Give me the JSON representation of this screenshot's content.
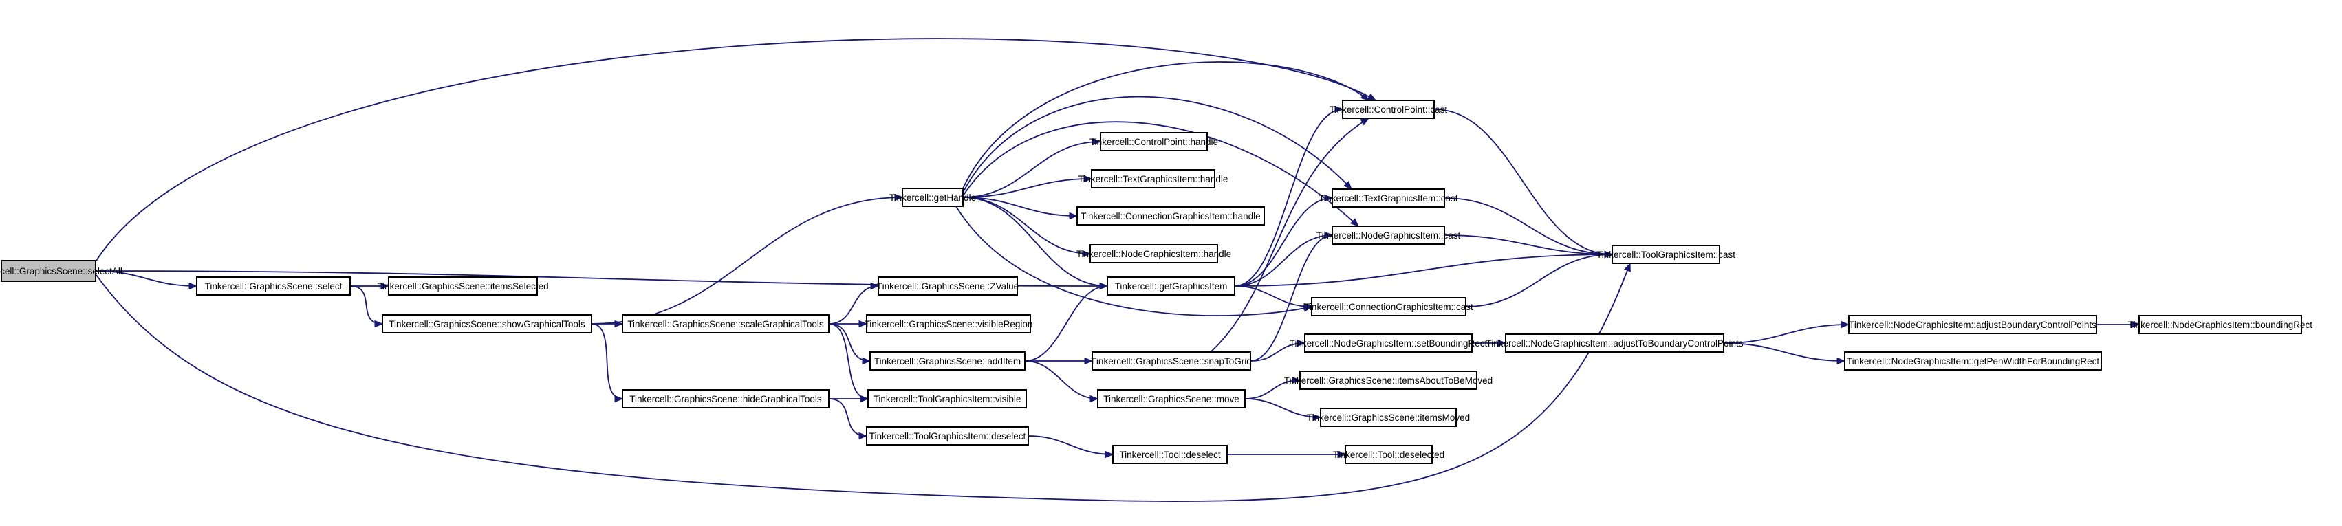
{
  "diagram": {
    "nodes": [
      {
        "id": "selectAll",
        "label": "Tinkercell::GraphicsScene::selectAll",
        "root": true
      },
      {
        "id": "select",
        "label": "Tinkercell::GraphicsScene::select"
      },
      {
        "id": "itemsSelected",
        "label": "Tinkercell::GraphicsScene::itemsSelected"
      },
      {
        "id": "showGraphicalTools",
        "label": "Tinkercell::GraphicsScene::showGraphicalTools"
      },
      {
        "id": "getHandle",
        "label": "Tinkercell::getHandle"
      },
      {
        "id": "scaleGraphicalTools",
        "label": "Tinkercell::GraphicsScene::scaleGraphicalTools"
      },
      {
        "id": "hideGraphicalTools",
        "label": "Tinkercell::GraphicsScene::hideGraphicalTools"
      },
      {
        "id": "zValue",
        "label": "Tinkercell::GraphicsScene::ZValue"
      },
      {
        "id": "visibleRegion",
        "label": "Tinkercell::GraphicsScene::visibleRegion"
      },
      {
        "id": "addItem",
        "label": "Tinkercell::GraphicsScene::addItem"
      },
      {
        "id": "tgiVisible",
        "label": "Tinkercell::ToolGraphicsItem::visible"
      },
      {
        "id": "tgiDeselect",
        "label": "Tinkercell::ToolGraphicsItem::deselect"
      },
      {
        "id": "cpHandle",
        "label": "Tinkercell::ControlPoint::handle"
      },
      {
        "id": "txtHandle",
        "label": "Tinkercell::TextGraphicsItem::handle"
      },
      {
        "id": "connHandle",
        "label": "Tinkercell::ConnectionGraphicsItem::handle"
      },
      {
        "id": "nodeHandle",
        "label": "Tinkercell::NodeGraphicsItem::handle"
      },
      {
        "id": "getGraphicsItem",
        "label": "Tinkercell::getGraphicsItem"
      },
      {
        "id": "snapToGrid",
        "label": "Tinkercell::GraphicsScene::snapToGrid"
      },
      {
        "id": "move",
        "label": "Tinkercell::GraphicsScene::move"
      },
      {
        "id": "toolDeselect",
        "label": "Tinkercell::Tool::deselect"
      },
      {
        "id": "cpCast",
        "label": "Tinkercell::ControlPoint::cast"
      },
      {
        "id": "txtCast",
        "label": "Tinkercell::TextGraphicsItem::cast"
      },
      {
        "id": "nodeCast",
        "label": "Tinkercell::NodeGraphicsItem::cast"
      },
      {
        "id": "connCast",
        "label": "Tinkercell::ConnectionGraphicsItem::cast"
      },
      {
        "id": "setBoundingRect",
        "label": "Tinkercell::NodeGraphicsItem::setBoundingRect"
      },
      {
        "id": "itemsAboutToBeMoved",
        "label": "Tinkercell::GraphicsScene::itemsAboutToBeMoved"
      },
      {
        "id": "itemsMoved",
        "label": "Tinkercell::GraphicsScene::itemsMoved"
      },
      {
        "id": "toolDeselected",
        "label": "Tinkercell::Tool::deselected"
      },
      {
        "id": "toolCast",
        "label": "Tinkercell::ToolGraphicsItem::cast"
      },
      {
        "id": "adjustToBoundary",
        "label": "Tinkercell::NodeGraphicsItem::adjustToBoundaryControlPoints"
      },
      {
        "id": "adjustBoundary",
        "label": "Tinkercell::NodeGraphicsItem::adjustBoundaryControlPoints"
      },
      {
        "id": "getPenWidth",
        "label": "Tinkercell::NodeGraphicsItem::getPenWidthForBoundingRect"
      },
      {
        "id": "boundingRect",
        "label": "Tinkercell::NodeGraphicsItem::boundingRect"
      }
    ],
    "edges": [
      {
        "from": "selectAll",
        "to": "select"
      },
      {
        "from": "selectAll",
        "to": "cpCast"
      },
      {
        "from": "selectAll",
        "to": "getGraphicsItem"
      },
      {
        "from": "selectAll",
        "to": "toolCast"
      },
      {
        "from": "select",
        "to": "itemsSelected"
      },
      {
        "from": "select",
        "to": "showGraphicalTools"
      },
      {
        "from": "showGraphicalTools",
        "to": "getHandle"
      },
      {
        "from": "showGraphicalTools",
        "to": "scaleGraphicalTools"
      },
      {
        "from": "showGraphicalTools",
        "to": "hideGraphicalTools"
      },
      {
        "from": "scaleGraphicalTools",
        "to": "zValue"
      },
      {
        "from": "scaleGraphicalTools",
        "to": "visibleRegion"
      },
      {
        "from": "scaleGraphicalTools",
        "to": "addItem"
      },
      {
        "from": "scaleGraphicalTools",
        "to": "tgiVisible"
      },
      {
        "from": "hideGraphicalTools",
        "to": "tgiVisible"
      },
      {
        "from": "hideGraphicalTools",
        "to": "tgiDeselect"
      },
      {
        "from": "getHandle",
        "to": "cpHandle"
      },
      {
        "from": "getHandle",
        "to": "txtHandle"
      },
      {
        "from": "getHandle",
        "to": "connHandle"
      },
      {
        "from": "getHandle",
        "to": "nodeHandle"
      },
      {
        "from": "getHandle",
        "to": "getGraphicsItem"
      },
      {
        "from": "getHandle",
        "to": "cpCast"
      },
      {
        "from": "getHandle",
        "to": "txtCast"
      },
      {
        "from": "getHandle",
        "to": "nodeCast"
      },
      {
        "from": "getHandle",
        "to": "connCast"
      },
      {
        "from": "addItem",
        "to": "getGraphicsItem"
      },
      {
        "from": "addItem",
        "to": "snapToGrid"
      },
      {
        "from": "addItem",
        "to": "move"
      },
      {
        "from": "tgiDeselect",
        "to": "toolDeselect"
      },
      {
        "from": "getGraphicsItem",
        "to": "cpCast"
      },
      {
        "from": "getGraphicsItem",
        "to": "txtCast"
      },
      {
        "from": "getGraphicsItem",
        "to": "nodeCast"
      },
      {
        "from": "getGraphicsItem",
        "to": "connCast"
      },
      {
        "from": "getGraphicsItem",
        "to": "toolCast"
      },
      {
        "from": "snapToGrid",
        "to": "cpCast"
      },
      {
        "from": "snapToGrid",
        "to": "nodeCast"
      },
      {
        "from": "snapToGrid",
        "to": "setBoundingRect"
      },
      {
        "from": "move",
        "to": "itemsAboutToBeMoved"
      },
      {
        "from": "move",
        "to": "itemsMoved"
      },
      {
        "from": "toolDeselect",
        "to": "toolDeselected"
      },
      {
        "from": "cpCast",
        "to": "toolCast"
      },
      {
        "from": "txtCast",
        "to": "toolCast"
      },
      {
        "from": "nodeCast",
        "to": "toolCast"
      },
      {
        "from": "connCast",
        "to": "toolCast"
      },
      {
        "from": "setBoundingRect",
        "to": "adjustToBoundary"
      },
      {
        "from": "adjustToBoundary",
        "to": "adjustBoundary"
      },
      {
        "from": "adjustToBoundary",
        "to": "getPenWidth"
      },
      {
        "from": "adjustBoundary",
        "to": "boundingRect"
      }
    ]
  }
}
